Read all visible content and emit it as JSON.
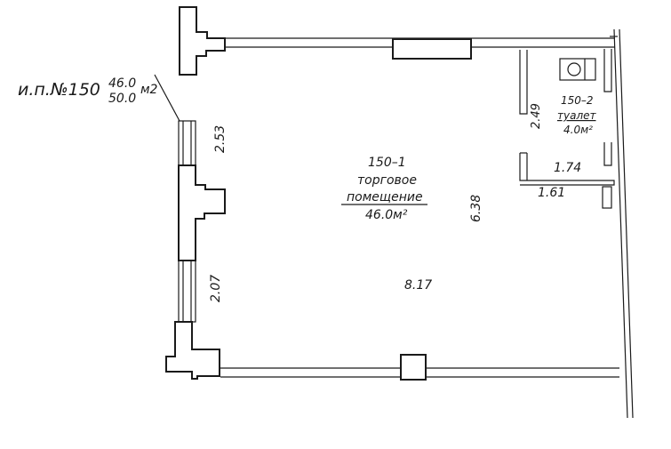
{
  "plan": {
    "unit_label": "и.п.№150",
    "total_area": "46.0",
    "total_area_unit": "м2",
    "main_area": "50.0",
    "room1": {
      "number": "150–1",
      "name_line1": "торговое",
      "name_line2": "помещение",
      "area": "46.0м²"
    },
    "room2": {
      "number": "150–2",
      "name": "туалет",
      "area": "4.0м²"
    },
    "dimensions": {
      "left_upper": "2.53",
      "left_lower": "2.07",
      "room_height": "6.38",
      "room_width": "8.17",
      "toilet_height": "2.49",
      "toilet_width": "1.74",
      "corridor_width": "1.61"
    }
  }
}
